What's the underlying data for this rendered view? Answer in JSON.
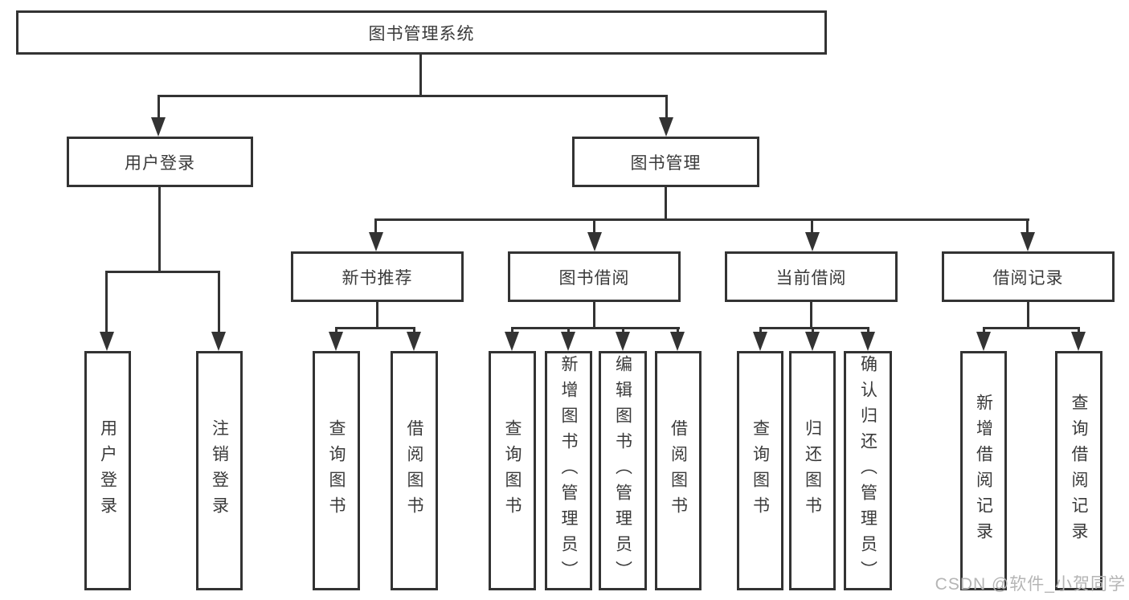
{
  "tree": {
    "root": {
      "label": "图书管理系统"
    },
    "branches": [
      {
        "label": "用户登录",
        "children": [
          "用户登录",
          "注销登录"
        ]
      },
      {
        "label": "图书管理",
        "sections": [
          {
            "label": "新书推荐",
            "children": [
              "查询图书",
              "借阅图书"
            ]
          },
          {
            "label": "图书借阅",
            "children": [
              "查询图书",
              "新增图书（管理员）",
              "编辑图书（管理员）",
              "借阅图书"
            ]
          },
          {
            "label": "当前借阅",
            "children": [
              "查询图书",
              "归还图书",
              "确认归还（管理员）"
            ]
          },
          {
            "label": "借阅记录",
            "children": [
              "新增借阅记录",
              "查询借阅记录"
            ]
          }
        ]
      }
    ]
  },
  "watermark": {
    "text": "CSDN @软件_小贺同学"
  },
  "colors": {
    "line": "#333333",
    "text": "#3a3a3a",
    "watermark": "#b5b5b5",
    "background": "#ffffff"
  }
}
